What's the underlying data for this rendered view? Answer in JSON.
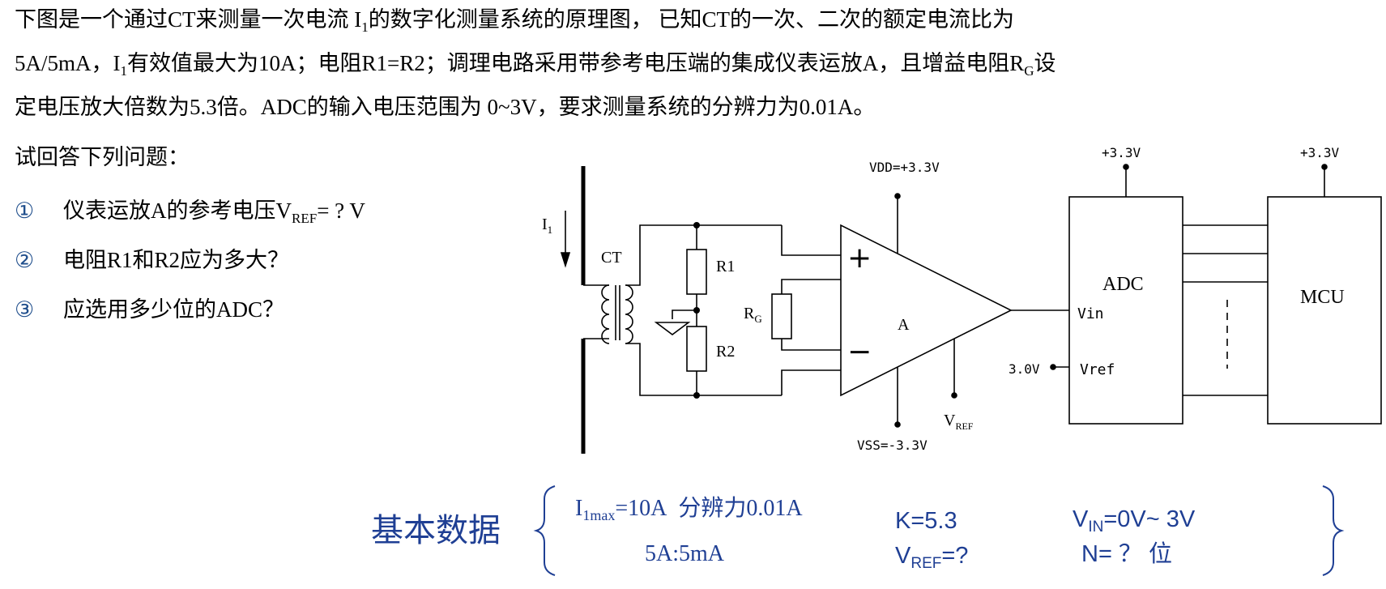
{
  "problem": {
    "line1_a": "下图是一个通过CT来测量一次电流 I",
    "line1_sub": "1",
    "line1_b": "的数字化测量系统的原理图，  已知CT的一次、二次的额定电流比为",
    "line2_a": "5A/5mA，I",
    "line2_sub": "1",
    "line2_b": "有效值最大为10A；电阻R1=R2；调理电路采用带参考电压端的集成仪表运放A，且增益电阻R",
    "line2_sub2": "G",
    "line2_c": "设",
    "line3": "定电压放大倍数为5.3倍。ADC的输入电压范围为 0~3V，要求测量系统的分辨力为0.01A。",
    "prompt": "试回答下列问题："
  },
  "questions": [
    {
      "num": "①",
      "text_a": "仪表运放A的参考电压V",
      "sub": "REF",
      "text_b": "= ? V"
    },
    {
      "num": "②",
      "text_a": "电阻R1和R2应为多大？",
      "sub": "",
      "text_b": ""
    },
    {
      "num": "③",
      "text_a": "应选用多少位的ADC？",
      "sub": "",
      "text_b": ""
    }
  ],
  "circuit": {
    "i1_label": "I",
    "i1_sub": "1",
    "ct_label": "CT",
    "r1_label": "R1",
    "r2_label": "R2",
    "rg_label": "R",
    "rg_sub": "G",
    "plus_sign": "+",
    "minus_sign": "−",
    "amp_label": "A",
    "vdd_label": "VDD=+3.3V",
    "vss_label": "VSS=-3.3V",
    "vref_label": "V",
    "vref_sub": "REF",
    "adc_label": "ADC",
    "adc_vin": "Vin",
    "adc_vref": "Vref",
    "adc_vref_value": "3.0V",
    "adc_supply": "+3.3V",
    "mcu_label": "MCU",
    "mcu_supply": "+3.3V"
  },
  "basic_data": {
    "title": "基本数据",
    "i1max_a": "I",
    "i1max_sub": "1max",
    "i1max_b": "=10A",
    "resolution": "分辨力0.01A",
    "ratio": "5A:5mA",
    "k": "K=5.3",
    "vref_a": "V",
    "vref_sub": "REF",
    "vref_b": "=?",
    "vin_a": "V",
    "vin_sub": "IN",
    "vin_b": "=0V~ 3V",
    "n": "N= ？ 位"
  },
  "colors": {
    "blue_text": "#1f3f94",
    "number_blue": "#1f4e8c",
    "line": "#000000"
  }
}
